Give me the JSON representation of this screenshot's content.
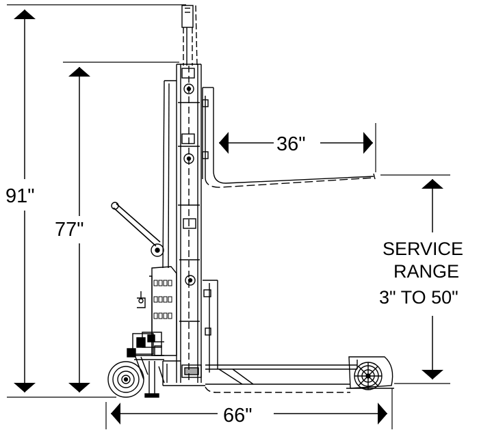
{
  "dimensions": {
    "overall_height": "91\"",
    "mast_height": "77\"",
    "fork_length": "36\"",
    "overall_length": "66\""
  },
  "service_range": {
    "line1": "SERVICE",
    "line2": "RANGE",
    "line3": "3\" TO 50\""
  },
  "colors": {
    "ink": "#000000",
    "background": "#ffffff"
  }
}
